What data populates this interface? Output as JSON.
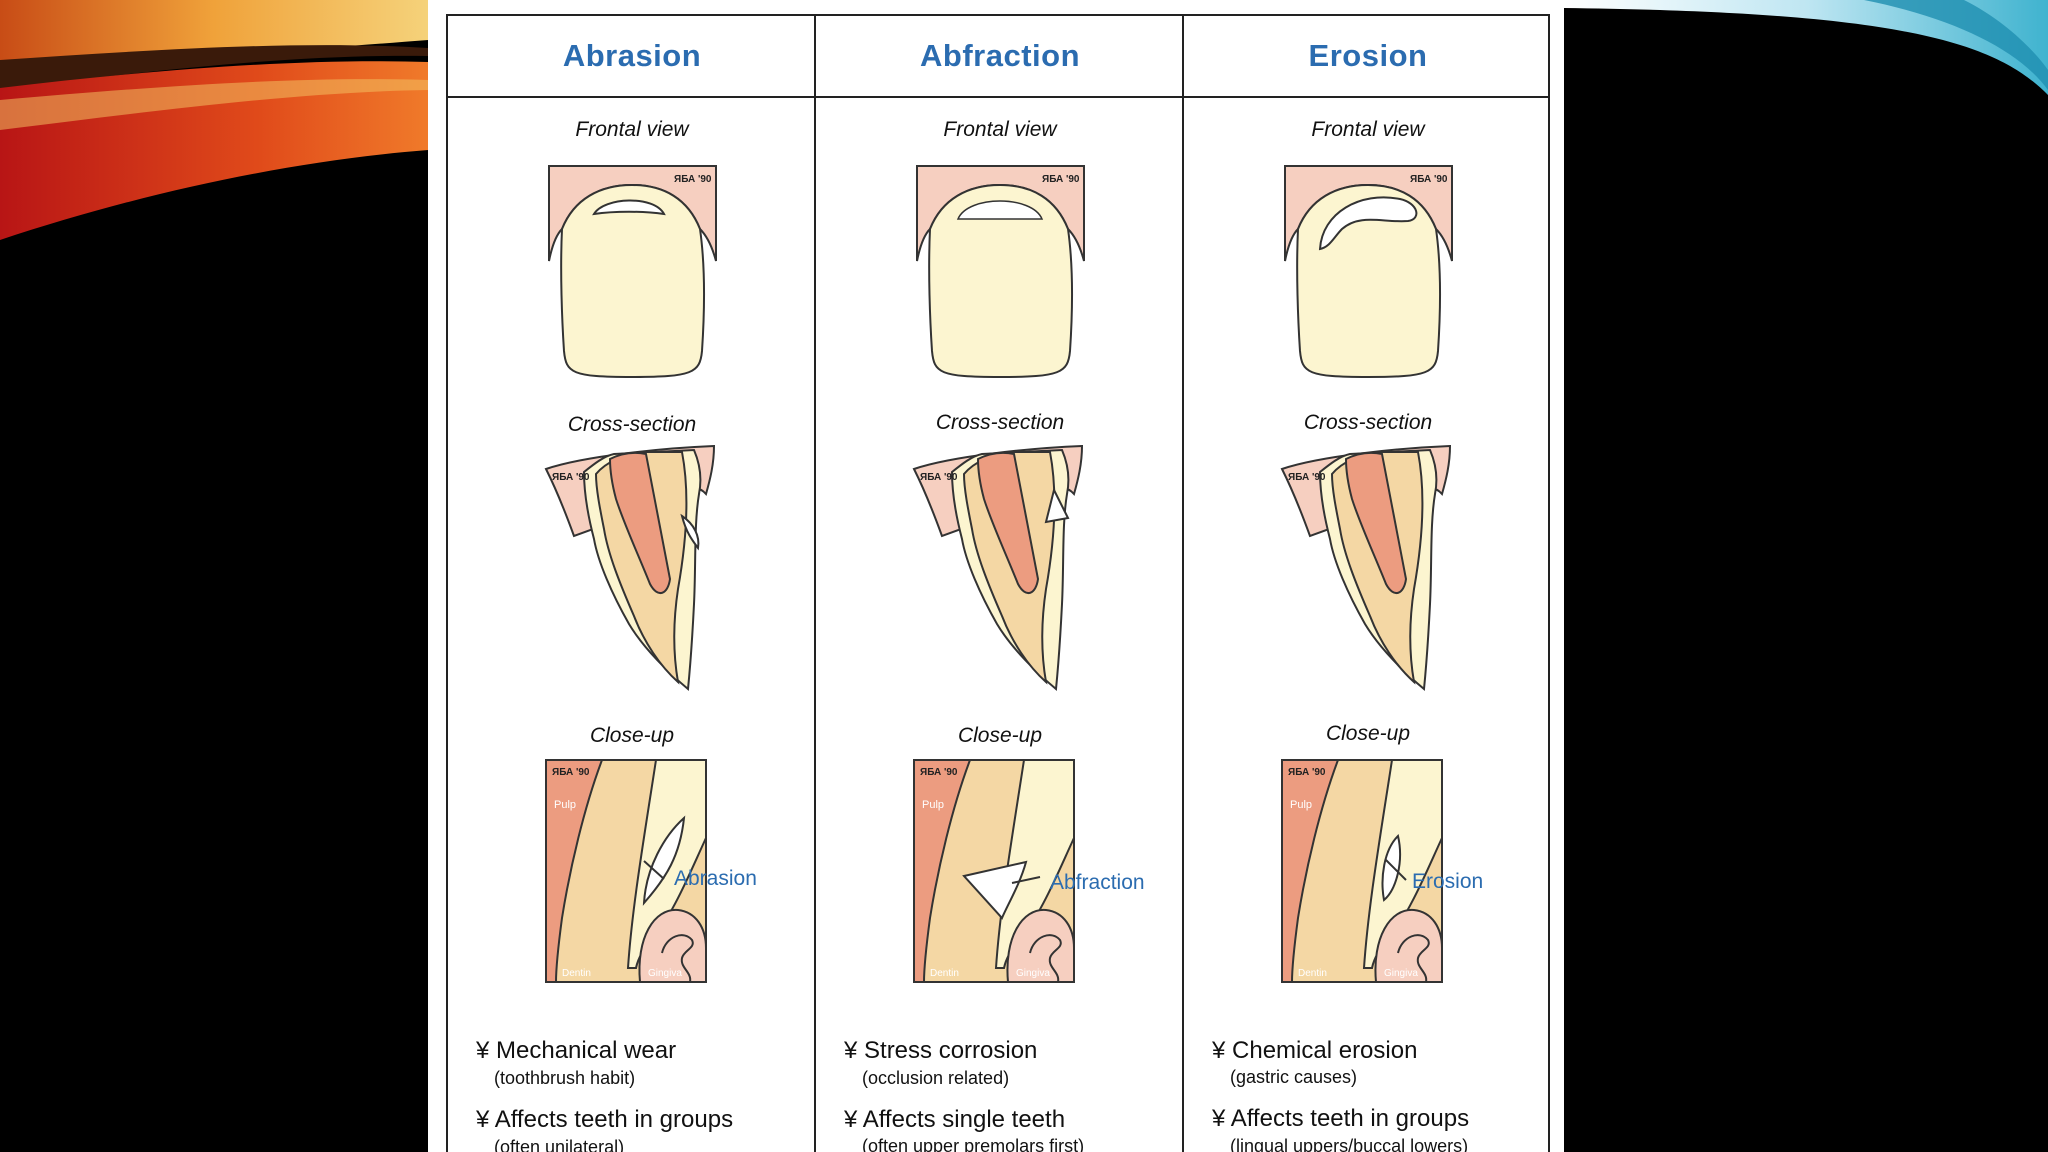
{
  "columns": [
    {
      "title": "Abrasion",
      "captions": {
        "frontal": "Frontal view",
        "cross": "Cross-section",
        "closeup": "Close-up"
      },
      "closeup_label": "Abrasion",
      "bullets": [
        {
          "main": "¥ Mechanical wear",
          "sub": "(toothbrush habit)"
        },
        {
          "main": "¥ Affects teeth in groups",
          "sub": "(often unilateral)"
        }
      ]
    },
    {
      "title": "Abfraction",
      "captions": {
        "frontal": "Frontal view",
        "cross": "Cross-section",
        "closeup": "Close-up"
      },
      "closeup_label": "Abfraction",
      "bullets": [
        {
          "main": "¥ Stress corrosion",
          "sub": "(occlusion related)"
        },
        {
          "main": "¥ Affects single teeth",
          "sub": "(often upper premolars first)"
        }
      ]
    },
    {
      "title": "Erosion",
      "captions": {
        "frontal": "Frontal view",
        "cross": "Cross-section",
        "closeup": "Close-up"
      },
      "closeup_label": "Erosion",
      "bullets": [
        {
          "main": "¥ Chemical erosion",
          "sub": "(gastric causes)"
        },
        {
          "main": "¥ Affects teeth in groups",
          "sub": "(lingual uppers/buccal lowers)"
        }
      ]
    }
  ],
  "figure_labels": {
    "tag": "ЯБА '90",
    "pulp": "Pulp",
    "dentin": "Dentin",
    "gingiva": "Gingiva"
  },
  "colors": {
    "gum": "#f6cfc0",
    "crown": "#fcf5d0",
    "dentin": "#f4d7a4",
    "pulp": "#ec9c80",
    "title_blue": "#2b6cb0"
  }
}
